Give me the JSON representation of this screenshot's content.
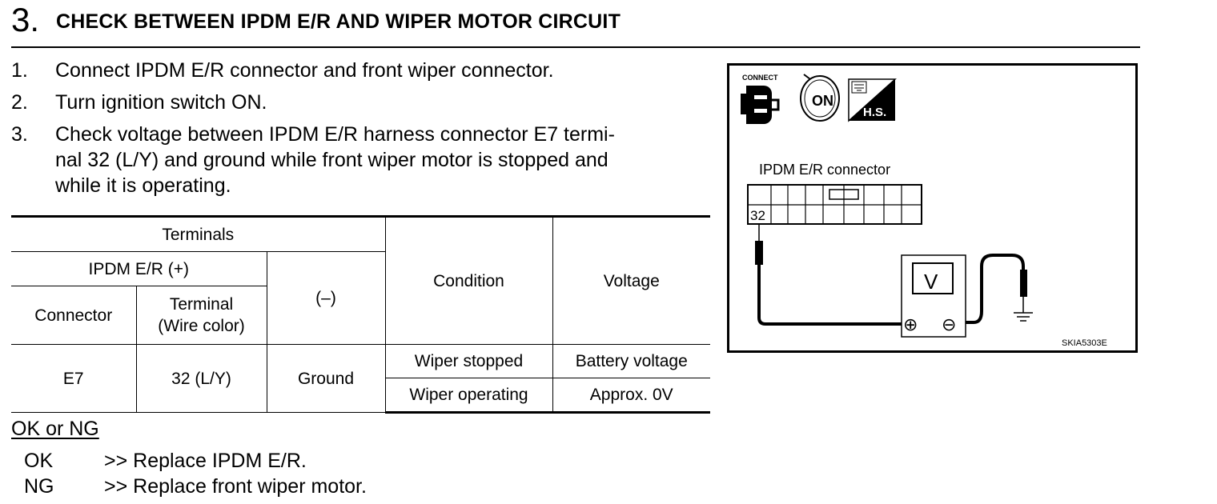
{
  "header": {
    "step_number": "3.",
    "title": "CHECK BETWEEN IPDM E/R AND WIPER MOTOR CIRCUIT"
  },
  "instructions": [
    {
      "num": "1.",
      "lines": [
        "Connect IPDM E/R connector and front wiper connector."
      ]
    },
    {
      "num": "2.",
      "lines": [
        "Turn ignition switch ON."
      ]
    },
    {
      "num": "3.",
      "lines": [
        "Check voltage between IPDM E/R harness connector E7 termi-",
        "nal 32 (L/Y) and ground while front wiper motor is stopped and",
        "while it is operating."
      ]
    }
  ],
  "table": {
    "header": {
      "terminals": "Terminals",
      "ipdm": "IPDM E/R (+)",
      "connector": "Connector",
      "terminal_line1": "Terminal",
      "terminal_line2": "(Wire color)",
      "negative": "(–)",
      "condition": "Condition",
      "voltage": "Voltage"
    },
    "rows": [
      {
        "connector": "E7",
        "terminal": "32 (L/Y)",
        "negative": "Ground",
        "condition": "Wiper stopped",
        "voltage": "Battery voltage"
      },
      {
        "condition": "Wiper operating",
        "voltage": "Approx. 0V"
      }
    ]
  },
  "result": {
    "title": "OK or NG",
    "items": [
      {
        "code": "OK",
        "action": ">> Replace IPDM E/R."
      },
      {
        "code": "NG",
        "action": ">> Replace front wiper motor."
      }
    ]
  },
  "figure": {
    "connect_label": "CONNECT",
    "ignition_label": "ON",
    "hs_label": "H.S.",
    "connector_caption": "IPDM E/R connector",
    "terminal_label": "32",
    "meter_label": "V",
    "plus_symbol": "⊕",
    "minus_symbol": "⊖",
    "figure_id": "SKIA5303E"
  }
}
